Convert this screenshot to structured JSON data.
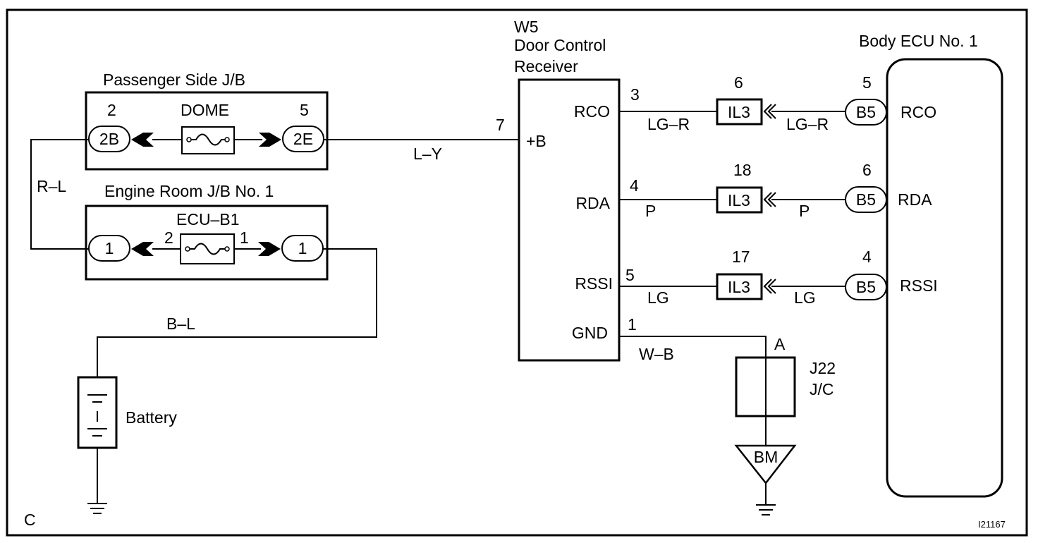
{
  "frame": {
    "corner_letter": "C",
    "figure_id": "I21167"
  },
  "passenger_jb": {
    "title": "Passenger Side J/B",
    "fuse": "DOME",
    "left_pin": "2",
    "left_connector": "2B",
    "right_pin": "5",
    "right_connector": "2E"
  },
  "engine_jb": {
    "title": "Engine Room J/B No. 1",
    "fuse": "ECU–B1",
    "left_connector": "1",
    "left_fuse_pin": "2",
    "right_fuse_pin": "1",
    "right_connector": "1"
  },
  "receiver": {
    "code": "W5",
    "name_line1": "Door Control",
    "name_line2": "Receiver",
    "terminals": {
      "b": "+B",
      "rco": "RCO",
      "rda": "RDA",
      "rssi": "RSSI",
      "gnd": "GND"
    },
    "pins": {
      "b": "7",
      "rco": "3",
      "rda": "4",
      "rssi": "5",
      "gnd": "1"
    }
  },
  "ecu": {
    "title": "Body ECU No. 1",
    "terminals": {
      "rco": "RCO",
      "rda": "RDA",
      "rssi": "RSSI"
    }
  },
  "connectors": {
    "il3": "IL3",
    "b5": "B5",
    "il3_pins": {
      "rco": "6",
      "rda": "18",
      "rssi": "17"
    },
    "b5_pins": {
      "rco": "5",
      "rda": "6",
      "rssi": "4"
    }
  },
  "wires": {
    "rl": "R–L",
    "ly": "L–Y",
    "bl": "B–L",
    "lgr": "LG–R",
    "p": "P",
    "lg": "LG",
    "wb": "W–B"
  },
  "battery": {
    "label": "Battery"
  },
  "junction": {
    "pin": "A",
    "code": "J22",
    "type": "J/C"
  },
  "ground_point": {
    "label": "BM"
  }
}
